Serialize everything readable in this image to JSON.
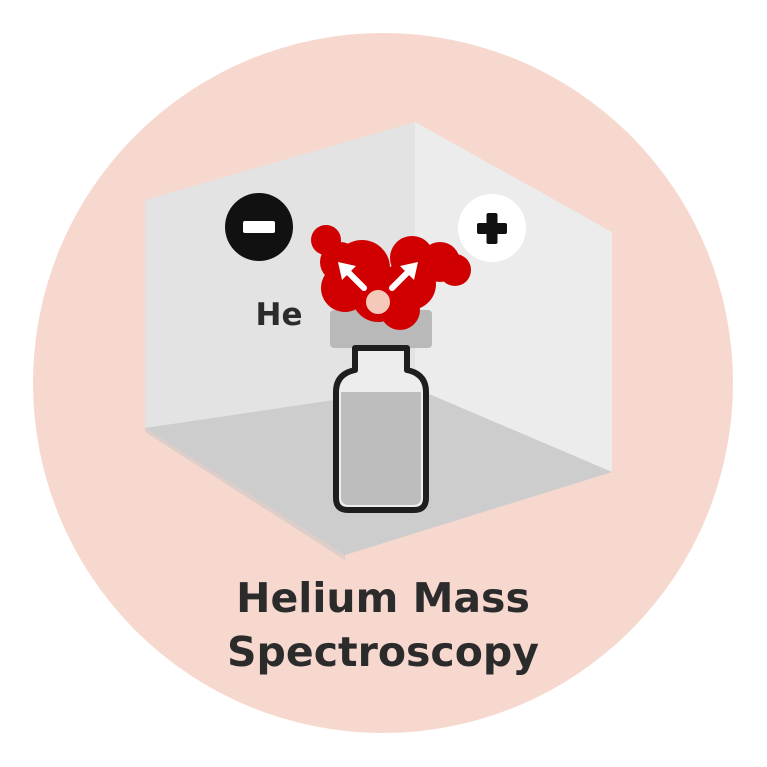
{
  "diagram": {
    "element_label": "He",
    "title_line1": "Helium Mass",
    "title_line2": "Spectroscopy"
  },
  "colors": {
    "badge_background": "#f6d8ce",
    "chamber_back_wall": "#e3e3e3",
    "chamber_side_wall": "#ececec",
    "chamber_floor": "#cdcdcd",
    "vial_outline": "#1e1e1e",
    "vial_liquid": "#bdbdbd",
    "vial_cap": "#b9b9b9",
    "ion_cluster": "#d00000",
    "negative_electrode": "#111111",
    "positive_electrode": "#ffffff",
    "text": "#2b2b2b"
  },
  "icons": {
    "negative": "minus-icon",
    "positive": "plus-icon",
    "arrows": "diagonal-arrow-icon"
  }
}
